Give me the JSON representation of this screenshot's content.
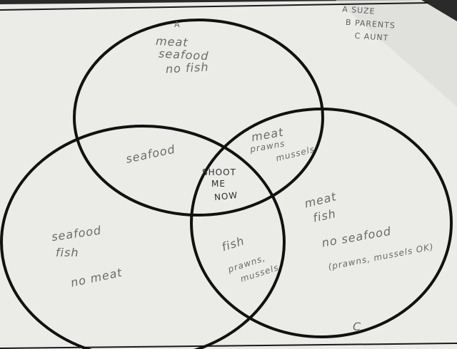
{
  "photo": {
    "paper_color": "#ececea",
    "shadow_color": "#2a2a2a",
    "ink_color": "#111111",
    "pencil_color": "#6a6a6a"
  },
  "legend": {
    "line1": "A  SUZE",
    "line2": "B  PARENTS",
    "line3": "C  AUNT"
  },
  "circle_labels": {
    "a": "A",
    "c": "C"
  },
  "regions": {
    "a_only": [
      "meat",
      "seafood",
      "no fish"
    ],
    "b_only": [
      "seafood",
      "fish",
      "no meat"
    ],
    "c_only": [
      "meat",
      "fish",
      "no seafood",
      "(prawns, mussels OK)"
    ],
    "ab": [
      "seafood"
    ],
    "ac": [
      "meat",
      "prawns",
      "mussels"
    ],
    "bc": [
      "fish",
      "prawns,",
      "mussels"
    ],
    "abc": [
      "SHOOT",
      "ME",
      "NOW"
    ]
  }
}
